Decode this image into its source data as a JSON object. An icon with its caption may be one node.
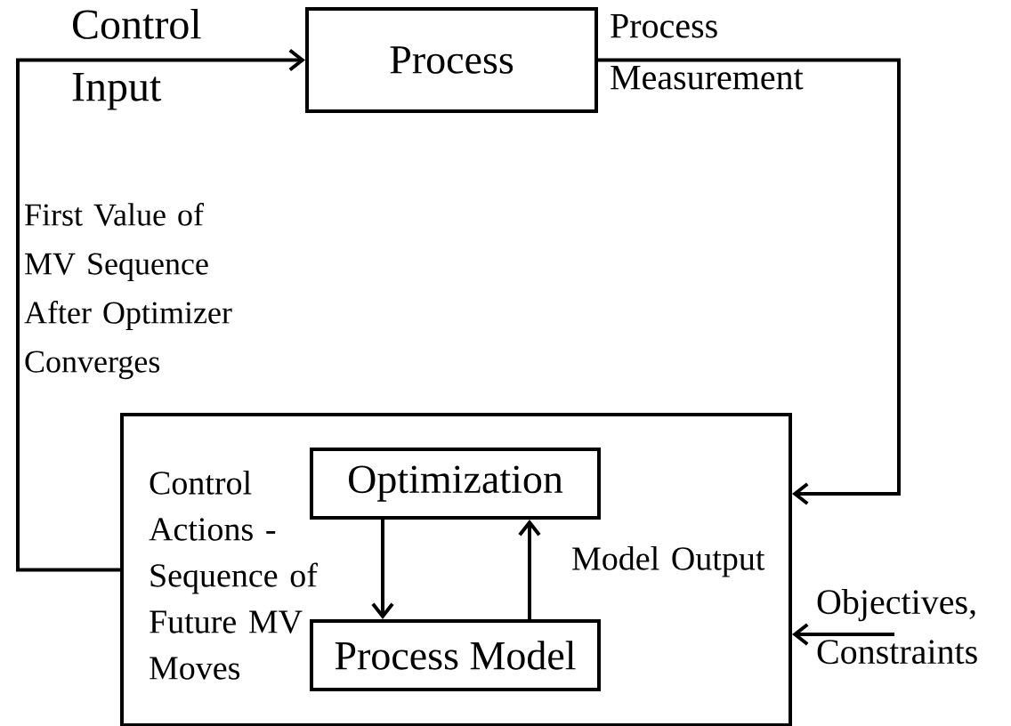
{
  "diagram": {
    "nodes": [
      {
        "text": [
          "Process"
        ]
      },
      {
        "text": [
          "Control Actions - Sequence of Future MV Moves"
        ]
      },
      {
        "text": [
          "Optimization"
        ],
        "in": 1
      },
      {
        "text": [
          "Process Model"
        ],
        "in": 1
      }
    ],
    "edges": [
      {
        "from": 1,
        "to": 0,
        "arrow": "to",
        "label": "Control Input"
      },
      {
        "from": 0,
        "to": 1,
        "arrow": "to",
        "label": "Process Measurement"
      },
      {
        "from": null,
        "to": 1,
        "arrow": "to",
        "label": "Objectives, Constraints"
      },
      {
        "from": 2,
        "to": 3,
        "arrow": "to"
      },
      {
        "from": 3,
        "to": 2,
        "arrow": "to",
        "label": "Model Output"
      }
    ],
    "labels": [
      "First Value of MV Sequence After Optimizer Converges"
    ]
  }
}
